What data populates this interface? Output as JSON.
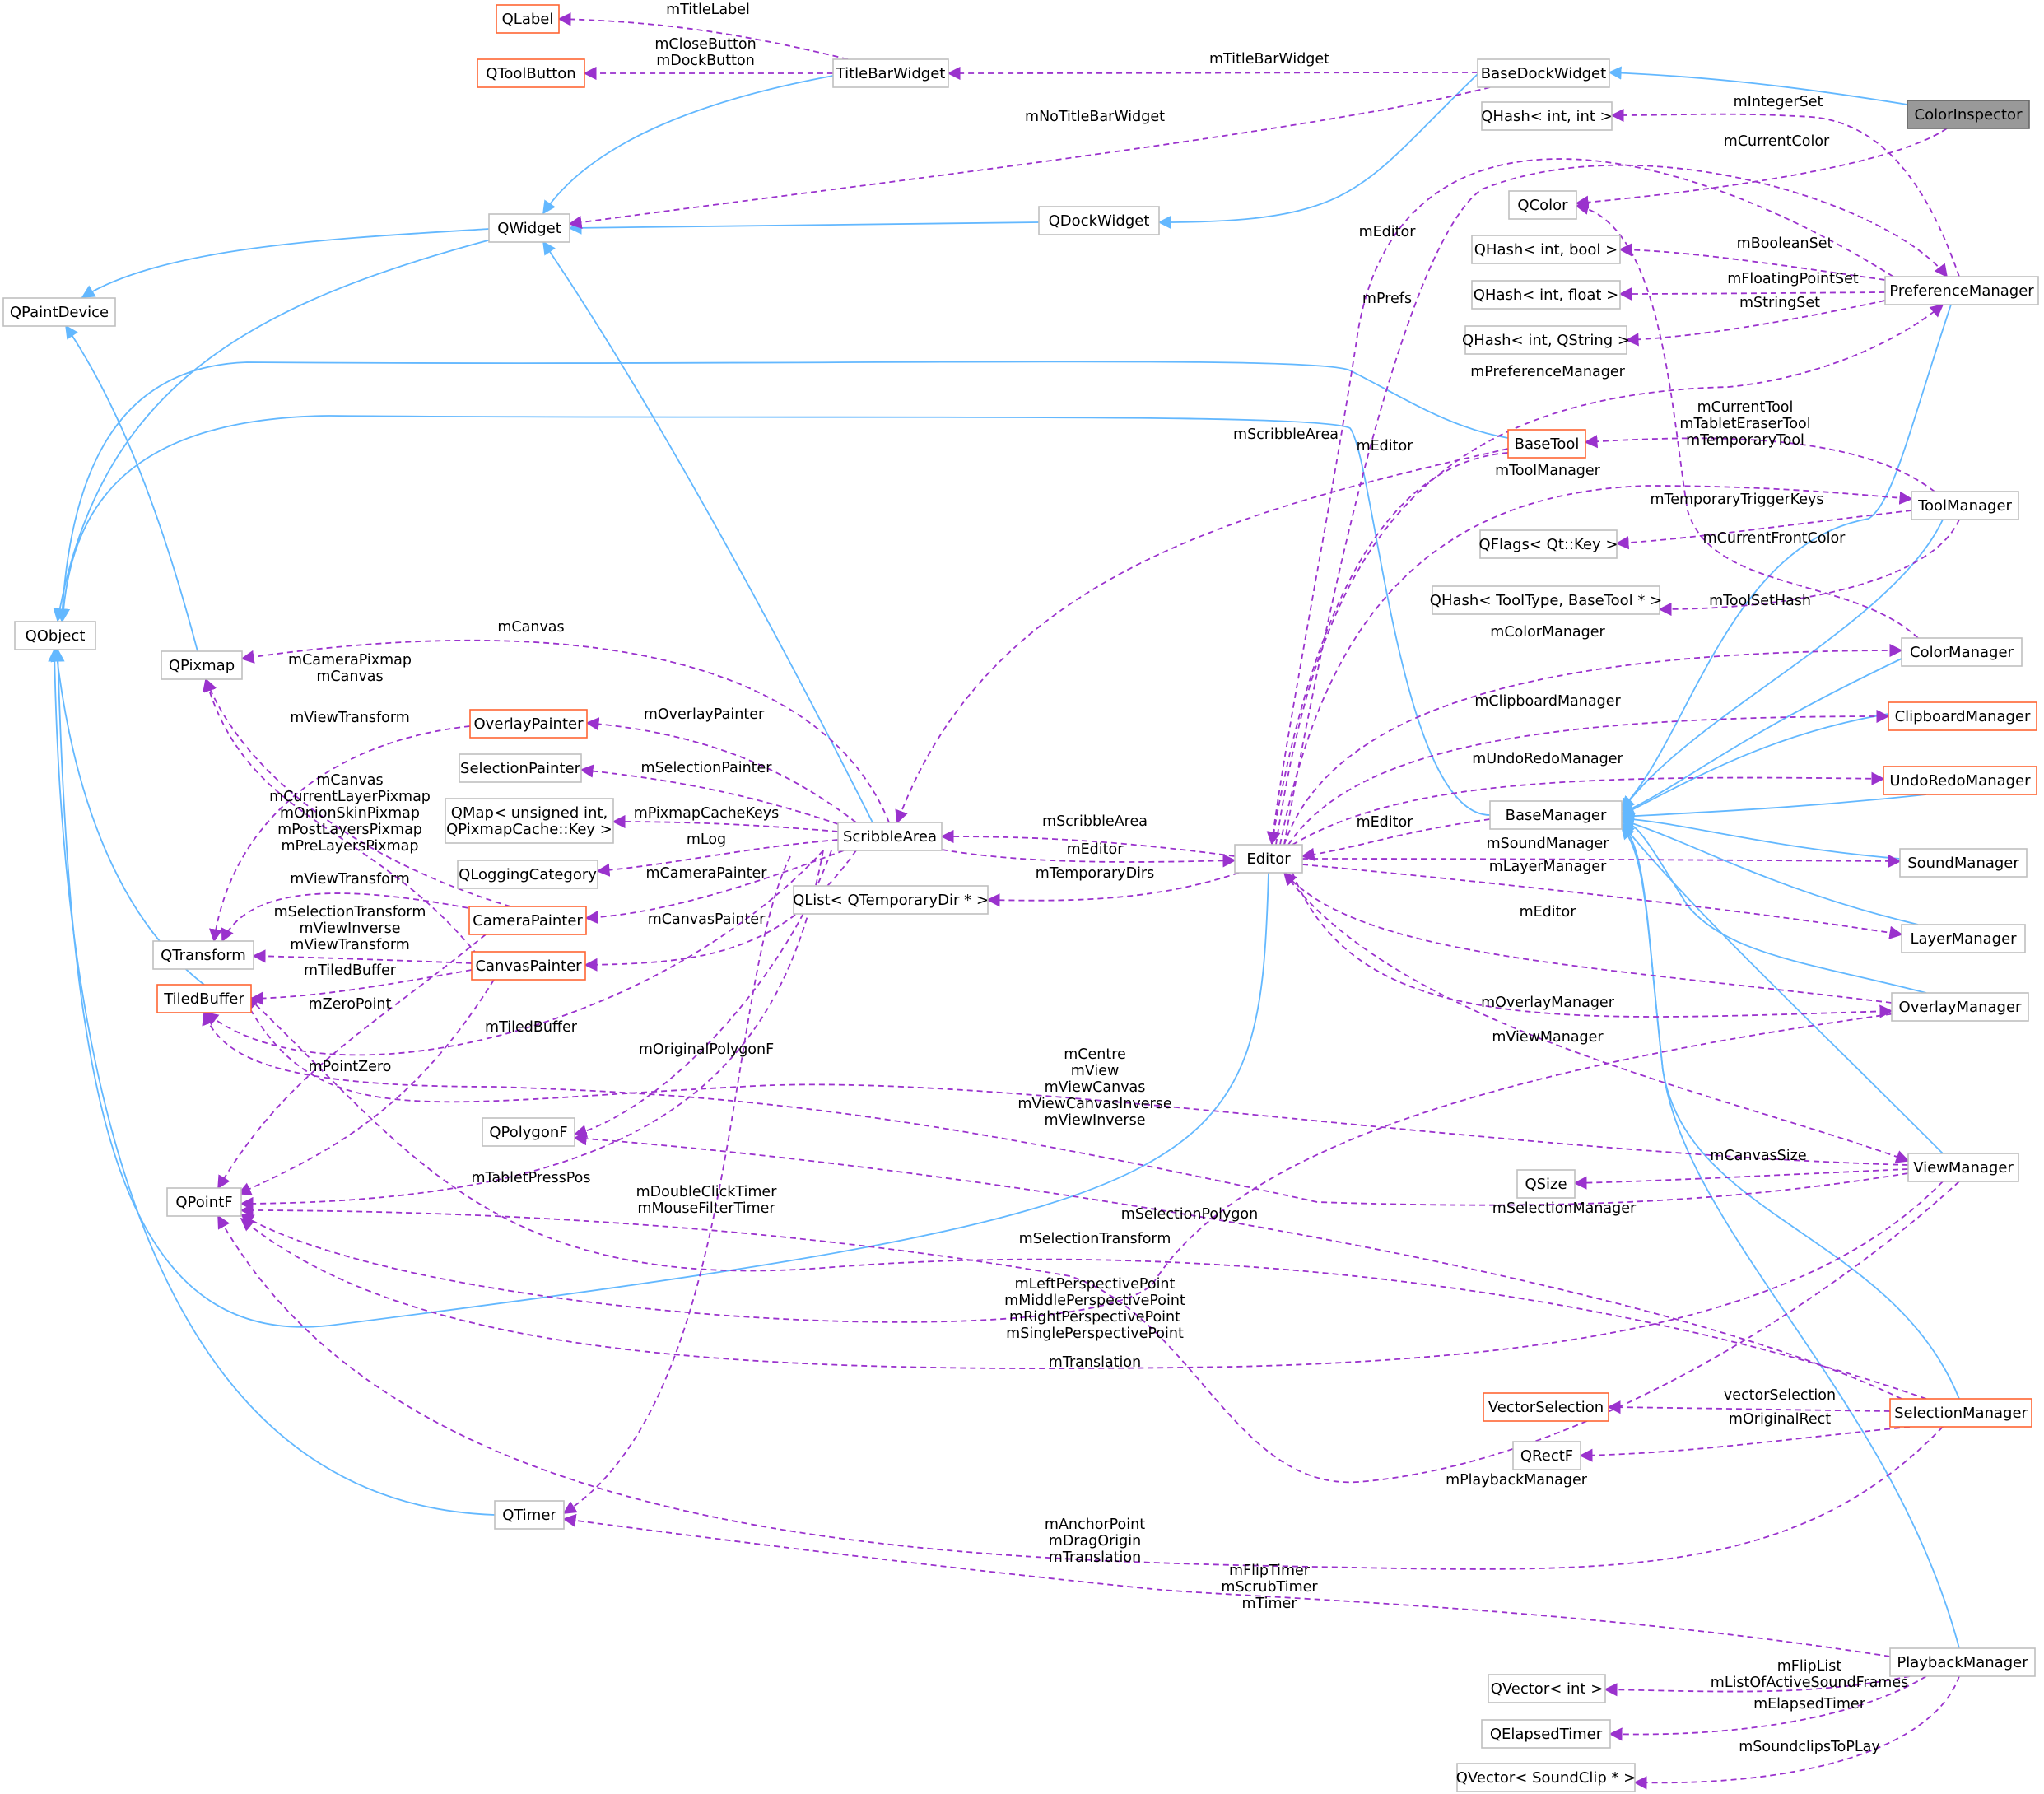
{
  "colors": {
    "inherit_edge": "#63b8ff",
    "use_edge": "#9a32cd",
    "node_border_default": "#bfbfbf",
    "node_border_incomplete": "#ff6633",
    "focus_node_fill": "#999999",
    "focus_node_border": "#666666"
  },
  "nodes": [
    {
      "id": "QLabel",
      "label": "QLabel",
      "style": "incomplete"
    },
    {
      "id": "QToolButton",
      "label": "QToolButton",
      "style": "incomplete"
    },
    {
      "id": "TitleBarWidget",
      "label": "TitleBarWidget",
      "style": "default"
    },
    {
      "id": "BaseDockWidget",
      "label": "BaseDockWidget",
      "style": "default"
    },
    {
      "id": "ColorInspector",
      "label": "ColorInspector",
      "style": "focus"
    },
    {
      "id": "QHashIntInt",
      "label": "QHash< int, int >",
      "style": "default"
    },
    {
      "id": "QColor",
      "label": "QColor",
      "style": "default"
    },
    {
      "id": "QHashIntBool",
      "label": "QHash< int, bool >",
      "style": "default"
    },
    {
      "id": "QHashIntFloat",
      "label": "QHash< int, float >",
      "style": "default"
    },
    {
      "id": "QHashIntQString",
      "label": "QHash< int, QString >",
      "style": "default"
    },
    {
      "id": "PreferenceManager",
      "label": "PreferenceManager",
      "style": "default"
    },
    {
      "id": "QWidget",
      "label": "QWidget",
      "style": "default"
    },
    {
      "id": "QDockWidget",
      "label": "QDockWidget",
      "style": "default"
    },
    {
      "id": "QPaintDevice",
      "label": "QPaintDevice",
      "style": "default"
    },
    {
      "id": "BaseTool",
      "label": "BaseTool",
      "style": "incomplete"
    },
    {
      "id": "ToolManager",
      "label": "ToolManager",
      "style": "default"
    },
    {
      "id": "QFlags",
      "label": "QFlags< Qt::Key >",
      "style": "default"
    },
    {
      "id": "QHashToolType",
      "label": "QHash< ToolType, BaseTool * >",
      "style": "default"
    },
    {
      "id": "ColorManager",
      "label": "ColorManager",
      "style": "default"
    },
    {
      "id": "ClipboardManager",
      "label": "ClipboardManager",
      "style": "incomplete"
    },
    {
      "id": "UndoRedoManager",
      "label": "UndoRedoManager",
      "style": "incomplete"
    },
    {
      "id": "BaseManager",
      "label": "BaseManager",
      "style": "default"
    },
    {
      "id": "SoundManager",
      "label": "SoundManager",
      "style": "default"
    },
    {
      "id": "LayerManager",
      "label": "LayerManager",
      "style": "default"
    },
    {
      "id": "OverlayManager",
      "label": "OverlayManager",
      "style": "default"
    },
    {
      "id": "ViewManager",
      "label": "ViewManager",
      "style": "default"
    },
    {
      "id": "QSize",
      "label": "QSize",
      "style": "default"
    },
    {
      "id": "SelectionManager",
      "label": "SelectionManager",
      "style": "incomplete"
    },
    {
      "id": "VectorSelection",
      "label": "VectorSelection",
      "style": "incomplete"
    },
    {
      "id": "QRectF",
      "label": "QRectF",
      "style": "default"
    },
    {
      "id": "PlaybackManager",
      "label": "PlaybackManager",
      "style": "default"
    },
    {
      "id": "QVectorInt",
      "label": "QVector< int >",
      "style": "default"
    },
    {
      "id": "QElapsedTimer",
      "label": "QElapsedTimer",
      "style": "default"
    },
    {
      "id": "QVectorSoundClip",
      "label": "QVector< SoundClip * >",
      "style": "default"
    },
    {
      "id": "QObject",
      "label": "QObject",
      "style": "default"
    },
    {
      "id": "QPixmap",
      "label": "QPixmap",
      "style": "default"
    },
    {
      "id": "OverlayPainter",
      "label": "OverlayPainter",
      "style": "incomplete"
    },
    {
      "id": "SelectionPainter",
      "label": "SelectionPainter",
      "style": "default"
    },
    {
      "id": "QMapPixmap",
      "label": "QMap< unsigned int,\nQPixmapCache::Key >",
      "style": "default"
    },
    {
      "id": "QLoggingCategory",
      "label": "QLoggingCategory",
      "style": "default"
    },
    {
      "id": "ScribbleArea",
      "label": "ScribbleArea",
      "style": "default"
    },
    {
      "id": "QListTempDir",
      "label": "QList< QTemporaryDir * >",
      "style": "default"
    },
    {
      "id": "Editor",
      "label": "Editor",
      "style": "default"
    },
    {
      "id": "CameraPainter",
      "label": "CameraPainter",
      "style": "incomplete"
    },
    {
      "id": "CanvasPainter",
      "label": "CanvasPainter",
      "style": "incomplete"
    },
    {
      "id": "QTransform",
      "label": "QTransform",
      "style": "default"
    },
    {
      "id": "TiledBuffer",
      "label": "TiledBuffer",
      "style": "incomplete"
    },
    {
      "id": "QPolygonF",
      "label": "QPolygonF",
      "style": "default"
    },
    {
      "id": "QPointF",
      "label": "QPointF",
      "style": "default"
    },
    {
      "id": "QTimer",
      "label": "QTimer",
      "style": "default"
    }
  ],
  "edges": [
    {
      "id": "e-titlelabel",
      "type": "use",
      "label": "mTitleLabel"
    },
    {
      "id": "e-closedock",
      "type": "use",
      "label": "mCloseButton\nmDockButton"
    },
    {
      "id": "e-titlebarwidget",
      "type": "use",
      "label": "mTitleBarWidget"
    },
    {
      "id": "e-notitlebar",
      "type": "use",
      "label": "mNoTitleBarWidget"
    },
    {
      "id": "e-integerset",
      "type": "use",
      "label": "mIntegerSet"
    },
    {
      "id": "e-currentcolor",
      "type": "use",
      "label": "mCurrentColor"
    },
    {
      "id": "e-booleanset",
      "type": "use",
      "label": "mBooleanSet"
    },
    {
      "id": "e-floatingset",
      "type": "use",
      "label": "mFloatingPointSet"
    },
    {
      "id": "e-stringset",
      "type": "use",
      "label": "mStringSet"
    },
    {
      "id": "e-editor-pref",
      "type": "use",
      "label": "mEditor"
    },
    {
      "id": "e-prefs",
      "type": "use",
      "label": "mPrefs"
    },
    {
      "id": "e-prefmanager",
      "type": "use",
      "label": "mPreferenceManager"
    },
    {
      "id": "e-currenttool",
      "type": "use",
      "label": "mCurrentTool\nmTabletEraserTool\nmTemporaryTool"
    },
    {
      "id": "e-scribblearea-tool",
      "type": "use",
      "label": "mScribbleArea"
    },
    {
      "id": "e-editor-tool",
      "type": "use",
      "label": "mEditor"
    },
    {
      "id": "e-toolmanager",
      "type": "use",
      "label": "mToolManager"
    },
    {
      "id": "e-temptrigger",
      "type": "use",
      "label": "mTemporaryTriggerKeys"
    },
    {
      "id": "e-frontcolor",
      "type": "use",
      "label": "mCurrentFrontColor"
    },
    {
      "id": "e-toolsethash",
      "type": "use",
      "label": "mToolSetHash"
    },
    {
      "id": "e-colormanager",
      "type": "use",
      "label": "mColorManager"
    },
    {
      "id": "e-clipboard",
      "type": "use",
      "label": "mClipboardManager"
    },
    {
      "id": "e-undoredo",
      "type": "use",
      "label": "mUndoRedoManager"
    },
    {
      "id": "e-editor-base",
      "type": "use",
      "label": "mEditor"
    },
    {
      "id": "e-soundmanager",
      "type": "use",
      "label": "mSoundManager"
    },
    {
      "id": "e-layermanager",
      "type": "use",
      "label": "mLayerManager"
    },
    {
      "id": "e-editor-overlay",
      "type": "use",
      "label": "mEditor"
    },
    {
      "id": "e-overlaymanager",
      "type": "use",
      "label": "mOverlayManager"
    },
    {
      "id": "e-viewmanager",
      "type": "use",
      "label": "mViewManager"
    },
    {
      "id": "e-canvassize",
      "type": "use",
      "label": "mCanvasSize"
    },
    {
      "id": "e-selectionmanager",
      "type": "use",
      "label": "mSelectionManager"
    },
    {
      "id": "e-vectorselection",
      "type": "use",
      "label": "vectorSelection"
    },
    {
      "id": "e-originalrect",
      "type": "use",
      "label": "mOriginalRect"
    },
    {
      "id": "e-playbackmanager",
      "type": "use",
      "label": "mPlaybackManager"
    },
    {
      "id": "e-fliplist",
      "type": "use",
      "label": "mFlipList\nmListOfActiveSoundFrames"
    },
    {
      "id": "e-elapsed",
      "type": "use",
      "label": "mElapsedTimer"
    },
    {
      "id": "e-soundclips",
      "type": "use",
      "label": "mSoundclipsToPLay"
    },
    {
      "id": "e-scribblearea",
      "type": "use",
      "label": "mScribbleArea"
    },
    {
      "id": "e-editor-sa",
      "type": "use",
      "label": "mEditor"
    },
    {
      "id": "e-tempdirs",
      "type": "use",
      "label": "mTemporaryDirs"
    },
    {
      "id": "e-canvas",
      "type": "use",
      "label": "mCanvas"
    },
    {
      "id": "e-overlaypainter",
      "type": "use",
      "label": "mOverlayPainter"
    },
    {
      "id": "e-selectionpainter",
      "type": "use",
      "label": "mSelectionPainter"
    },
    {
      "id": "e-pixmapcache",
      "type": "use",
      "label": "mPixmapCacheKeys"
    },
    {
      "id": "e-log",
      "type": "use",
      "label": "mLog"
    },
    {
      "id": "e-camerapainter",
      "type": "use",
      "label": "mCameraPainter"
    },
    {
      "id": "e-canvaspainter",
      "type": "use",
      "label": "mCanvasPainter"
    },
    {
      "id": "e-camerapixmap",
      "type": "use",
      "label": "mCameraPixmap\nmCanvas"
    },
    {
      "id": "e-viewtransform-ov",
      "type": "use",
      "label": "mViewTransform"
    },
    {
      "id": "e-canvaslayers",
      "type": "use",
      "label": "mCanvas\nmCurrentLayerPixmap\nmOnionSkinPixmap\nmPostLayersPixmap\nmPreLayersPixmap"
    },
    {
      "id": "e-viewtransform-cam",
      "type": "use",
      "label": "mViewTransform"
    },
    {
      "id": "e-seltransform",
      "type": "use",
      "label": "mSelectionTransform\nmViewInverse\nmViewTransform"
    },
    {
      "id": "e-tiledbuffer-cp",
      "type": "use",
      "label": "mTiledBuffer"
    },
    {
      "id": "e-zeropoint",
      "type": "use",
      "label": "mZeroPoint"
    },
    {
      "id": "e-tiledbuffer-sa",
      "type": "use",
      "label": "mTiledBuffer"
    },
    {
      "id": "e-pointzero",
      "type": "use",
      "label": "mPointZero"
    },
    {
      "id": "e-originalpolygon",
      "type": "use",
      "label": "mOriginalPolygonF"
    },
    {
      "id": "e-centre",
      "type": "use",
      "label": "mCentre\nmView\nmViewCanvas\nmViewCanvasInverse\nmViewInverse"
    },
    {
      "id": "e-tabletpress",
      "type": "use",
      "label": "mTabletPressPos"
    },
    {
      "id": "e-doubleclick",
      "type": "use",
      "label": "mDoubleClickTimer\nmMouseFilterTimer"
    },
    {
      "id": "e-selectionpolygon",
      "type": "use",
      "label": "mSelectionPolygon"
    },
    {
      "id": "e-selectiontransform",
      "type": "use",
      "label": "mSelectionTransform"
    },
    {
      "id": "e-perspective",
      "type": "use",
      "label": "mLeftPerspectivePoint\nmMiddlePerspectivePoint\nmRightPerspectivePoint\nmSinglePerspectivePoint"
    },
    {
      "id": "e-translation",
      "type": "use",
      "label": "mTranslation"
    },
    {
      "id": "e-anchorpoint",
      "type": "use",
      "label": "mAnchorPoint\nmDragOrigin\nmTranslation"
    },
    {
      "id": "e-fliptimer",
      "type": "use",
      "label": "mFlipTimer\nmScrubTimer\nmTimer"
    }
  ]
}
